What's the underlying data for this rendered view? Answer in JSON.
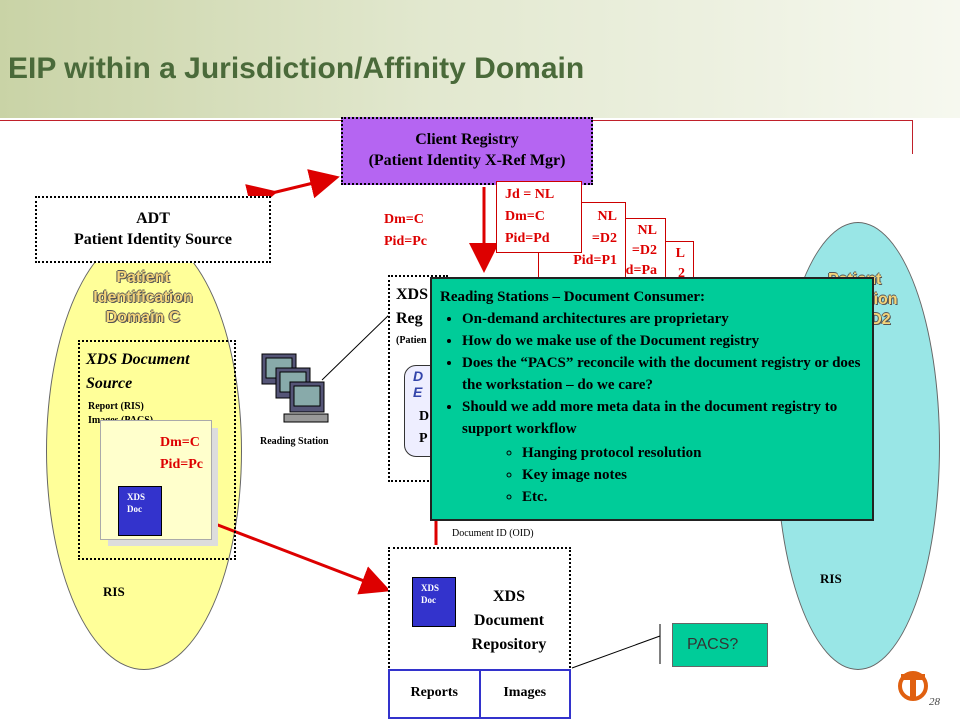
{
  "title": "EIP within a Jurisdiction/Affinity Domain",
  "client_registry": {
    "line1": "Client Registry",
    "line2": "(Patient Identity X-Ref Mgr)"
  },
  "adt": {
    "line1": "ADT",
    "line2": "Patient Identity Source"
  },
  "domain_c": {
    "line1": "Patient",
    "line2": "Identification",
    "line3": "Domain C"
  },
  "domain_d2": {
    "line1": "Patient",
    "line2": "ication",
    "line3": "n D2"
  },
  "xds_source": {
    "line1": "XDS Document",
    "line2": "Source",
    "detail1": "Report (RIS)",
    "detail2": "Images (PACS)",
    "dm": "Dm=C",
    "pid": "Pid=Pc",
    "doc_label1": "XDS",
    "doc_label2": "Doc"
  },
  "ris_left": "RIS",
  "ris_right": "RIS",
  "reading_station": "Reading Station",
  "mid_ids": {
    "dm": "Dm=C",
    "pid": "Pid=Pc"
  },
  "cards": [
    {
      "l1": "Jd = NL",
      "l2": "Dm=C",
      "l3": "Pid=Pd"
    },
    {
      "l1": "NL",
      "l2": "=D2",
      "l3": "Pid=P1"
    },
    {
      "l1": "NL",
      "l2": "=D2",
      "l3": "Pid=Pa"
    },
    {
      "l1": "L",
      "l2": "2",
      "l3": ""
    }
  ],
  "registry_partial": {
    "l1": "XDS",
    "l2": "Reg",
    "l3": "(Patien",
    "eh1": "D",
    "eh2": "E",
    "d": "D",
    "p": "P"
  },
  "doc_id": {
    "frag": "ID",
    "text": "Document ID (OID)"
  },
  "popup": {
    "heading": "Reading Stations – Document Consumer:",
    "bullets": [
      "On-demand architectures are proprietary",
      "How do we make use of the Document registry",
      "Does the “PACS” reconcile with the document registry or does the workstation – do we care?",
      "Should we add more meta data in the document registry to support workflow"
    ],
    "sub_bullets": [
      "Hanging protocol resolution",
      "Key image notes",
      "Etc."
    ]
  },
  "repository": {
    "line1": "XDS",
    "line2": "Document",
    "line3": "Repository",
    "doc1": "XDS",
    "doc2": "Doc",
    "tab_reports": "Reports",
    "tab_images": "Images"
  },
  "pacs": "PACS?",
  "page_number": "28",
  "colors": {
    "accent_red": "#dd0000",
    "client_purple": "#b565f2",
    "popup_green": "#00cc99",
    "domain_yellow": "#ffff99",
    "domain_cyan": "#99e6e6",
    "doc_blue": "#3333cc",
    "title_green": "#4a6a3a"
  }
}
